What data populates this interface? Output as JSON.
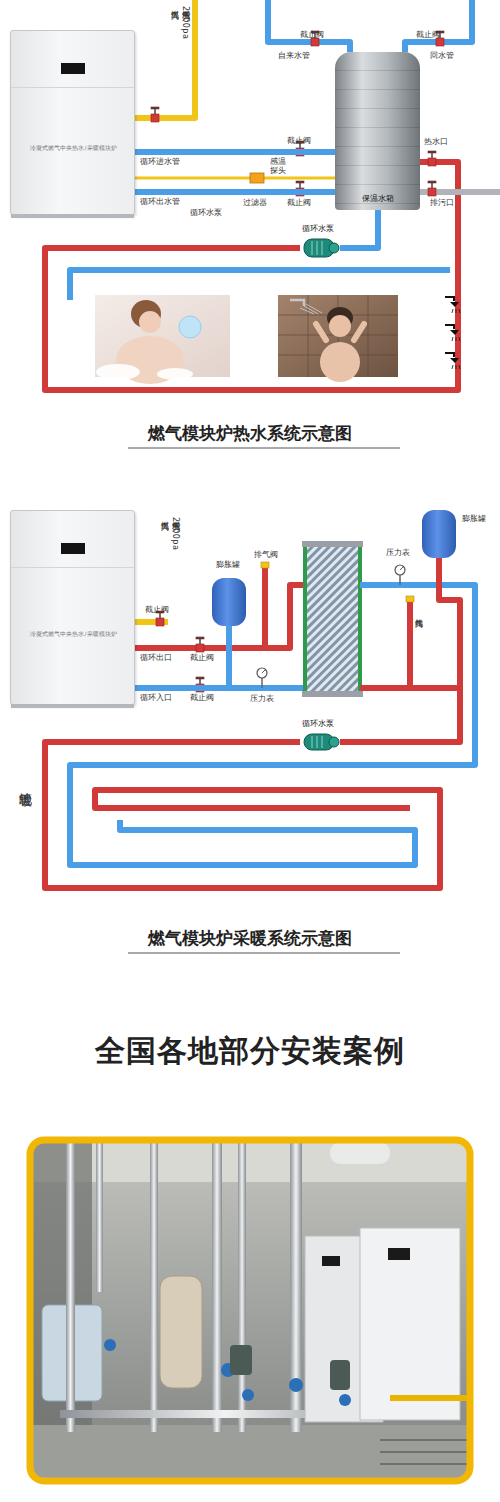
{
  "diagram": {
    "nodes": [
      {
        "text": [
          "冷凝式燃气中央热水/采暖模块炉"
        ]
      },
      {
        "text": [
          "保温水箱"
        ]
      },
      {
        "text": [
          "循环水泵"
        ]
      },
      {
        "text": [
          "冷凝式燃气中央热水/采暖模块炉"
        ]
      },
      {
        "text": [
          "膨胀罐"
        ]
      },
      {
        "text": [
          "膨胀罐"
        ]
      },
      {
        "text": [
          "循环水泵"
        ]
      }
    ],
    "edges": [
      {
        "from": 0,
        "to": 1,
        "arrow": "none",
        "label": "循环进水管"
      },
      {
        "from": 1,
        "to": 0,
        "arrow": "none",
        "label": "循环出水管"
      },
      {
        "from": 2,
        "to": 1,
        "arrow": "none"
      },
      {
        "from": 3,
        "to": 4,
        "arrow": "none"
      },
      {
        "from": 6,
        "to": 5,
        "arrow": "none"
      }
    ],
    "labels": [
      "燃气入口",
      "燃气压力2000pa",
      "截止阀",
      "自来水管",
      "截止阀",
      "回水管",
      "截止阀",
      "热水口",
      "感温探头",
      "截止阀",
      "过滤器",
      "排污口",
      "循环水泵",
      "燃气模块炉热水系统示意图",
      "燃气入口",
      "燃气压力2000pa",
      "排气阀",
      "截止阀",
      "循环出口",
      "截止阀",
      "循环入口",
      "截止阀",
      "压力表",
      "压力表",
      "排气阀",
      "地暖管",
      "燃气模块炉采暖系统示意图",
      "全国各地部分安装案例"
    ]
  }
}
